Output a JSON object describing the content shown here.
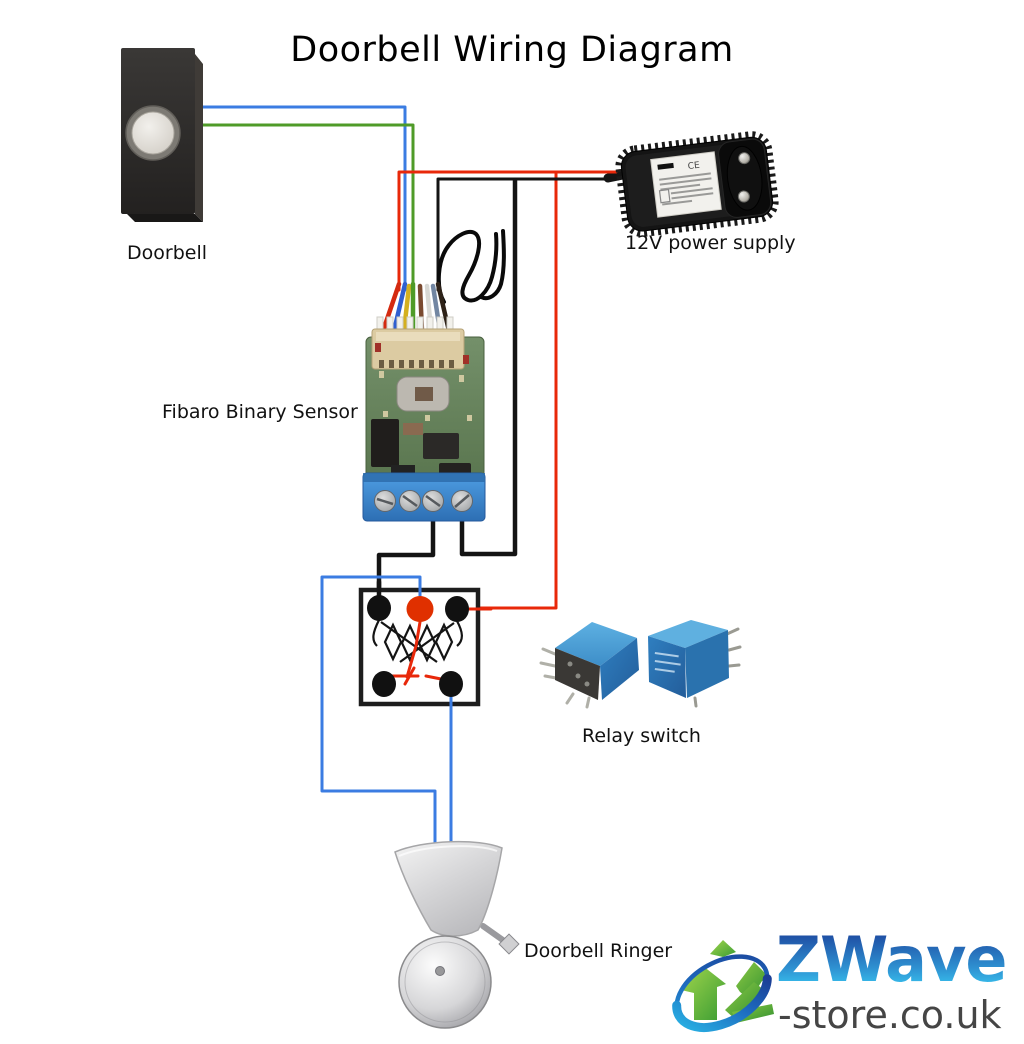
{
  "title": "Doorbell Wiring Diagram",
  "labels": {
    "doorbell": "Doorbell",
    "power_supply": "12V power supply",
    "fibaro": "Fibaro Binary Sensor",
    "relay": "Relay switch",
    "ringer": "Doorbell Ringer"
  },
  "logo": {
    "brand": "ZWave",
    "suffix": "-store.co.uk"
  },
  "colors": {
    "wire_blue": "#3b7ce2",
    "wire_green": "#4f9b28",
    "wire_red": "#e8280a",
    "wire_black": "#141414",
    "relay_terminal": "#e03000",
    "logo_blue_dark": "#1f4fa4",
    "logo_blue_light": "#38c2ee",
    "logo_green": "#5cb531",
    "logo_text_gray": "#454545"
  },
  "wires": [
    {
      "name": "doorbell-blue",
      "color": "blue",
      "from": "Doorbell",
      "to": "Fibaro Binary Sensor"
    },
    {
      "name": "doorbell-green",
      "color": "green",
      "from": "Doorbell",
      "to": "Fibaro Binary Sensor"
    },
    {
      "name": "power-red",
      "color": "red",
      "from": "12V power supply",
      "to": "Fibaro Binary Sensor"
    },
    {
      "name": "power-relay-red",
      "color": "red",
      "from": "12V power supply",
      "to": "Relay switch"
    },
    {
      "name": "power-black",
      "color": "black",
      "from": "12V power supply",
      "to": "Fibaro Binary Sensor"
    },
    {
      "name": "fibaro-power-black",
      "color": "black",
      "from": "Fibaro Binary Sensor",
      "to": "12V power supply"
    },
    {
      "name": "fibaro-relay-black",
      "color": "black",
      "from": "Fibaro Binary Sensor",
      "to": "Relay switch"
    },
    {
      "name": "relay-ringer-blue-loop",
      "color": "blue",
      "from": "Relay switch",
      "to": "Doorbell Ringer"
    },
    {
      "name": "relay-ringer-blue",
      "color": "blue",
      "from": "Relay switch",
      "to": "Doorbell Ringer"
    }
  ]
}
